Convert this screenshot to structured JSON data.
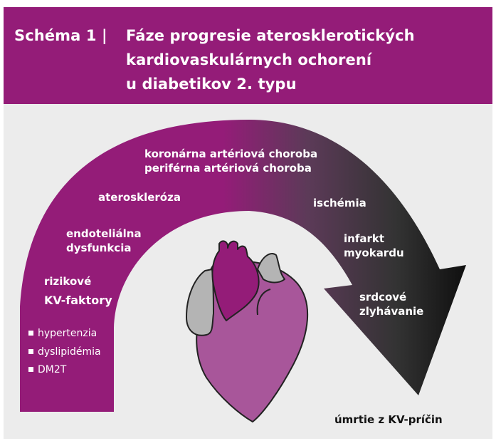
{
  "header": {
    "title_prefix": "Schéma 1 |",
    "title_line1": "Fáze progresie aterosklerotických",
    "title_line2": "kardiovaskulárnych ochorení",
    "title_line3": "u diabetikov 2. typu"
  },
  "stages": {
    "coronary": "koronárna artériová choroba",
    "peripheral": "periférna artériová choroba",
    "atherosclerosis": "ateroskleróza",
    "endothelial_1": "endoteliálna",
    "endothelial_2": "dysfunkcia",
    "risk_1": "rizikové",
    "risk_2": "KV-faktory",
    "ischemia": "ischémia",
    "infarct_1": "infarkt",
    "infarct_2": "myokardu",
    "failure_1": "srdcové",
    "failure_2": "zlyhávanie",
    "death": "úmrtie z KV-príčin"
  },
  "risk_factors": [
    "hypertenzia",
    "dyslipidémia",
    "DM2T"
  ],
  "colors": {
    "header": "#941c78",
    "arc_start": "#941c78",
    "arc_end": "#000000",
    "panel": "#ececec",
    "heart_body": "#a8569a",
    "heart_dark": "#941c78",
    "heart_gray": "#b4b4b4"
  }
}
